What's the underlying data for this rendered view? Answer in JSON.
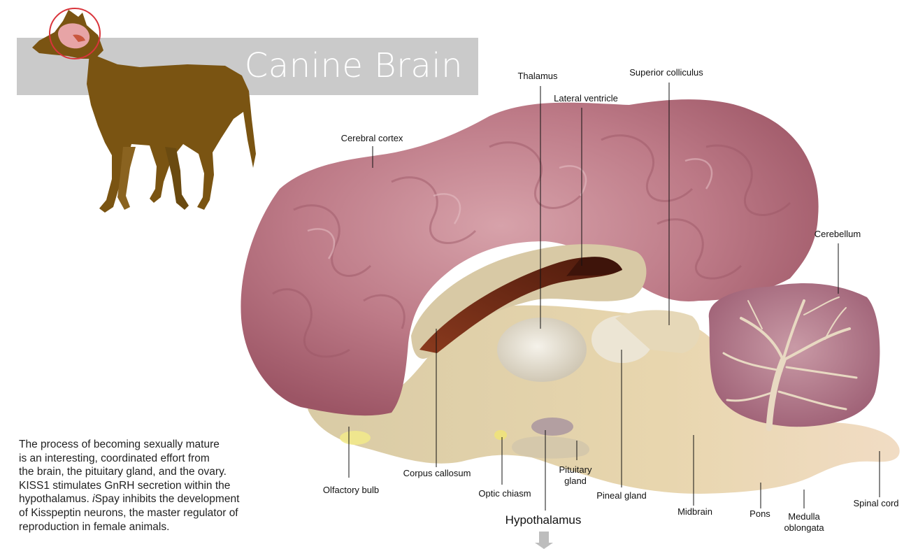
{
  "title": "Canine Brain",
  "labels": {
    "thalamus": "Thalamus",
    "superior_colliculus": "Superior colliculus",
    "lateral_ventricle": "Lateral ventricle",
    "cerebral_cortex": "Cerebral cortex",
    "cerebellum": "Cerebellum",
    "corpus_callosum": "Corpus callosum",
    "olfactory_bulb": "Olfactory bulb",
    "optic_chiasm": "Optic chiasm",
    "pituitary_gland_1": "Pituitary",
    "pituitary_gland_2": "gland",
    "pineal_gland": "Pineal gland",
    "midbrain": "Midbrain",
    "pons": "Pons",
    "medulla_1": "Medulla",
    "medulla_2": "oblongata",
    "spinal_cord": "Spinal cord",
    "hypothalamus": "Hypothalamus"
  },
  "description": {
    "line1": "The process of becoming sexually mature",
    "line2": "is an interesting, coordinated effort from",
    "line3": "the brain, the pituitary gland, and the ovary.",
    "line4": "KISS1 stimulates GnRH secretion within the",
    "line5_a": "hypothalamus. ",
    "line5_brand": "i",
    "line5_b": "Spay inhibits the development",
    "line6": "of Kisspeptin neurons, the master regulator of",
    "line7": "reproduction in female animals."
  },
  "colors": {
    "title_band": "#cacaca",
    "dog": "#7a5412",
    "cortex": "#b56e7c",
    "deep_brain": "#d8c9a5",
    "ventricle": "#6e2a16",
    "cerebellum": "#a86a7e",
    "highlight_circle": "#d9343b"
  }
}
